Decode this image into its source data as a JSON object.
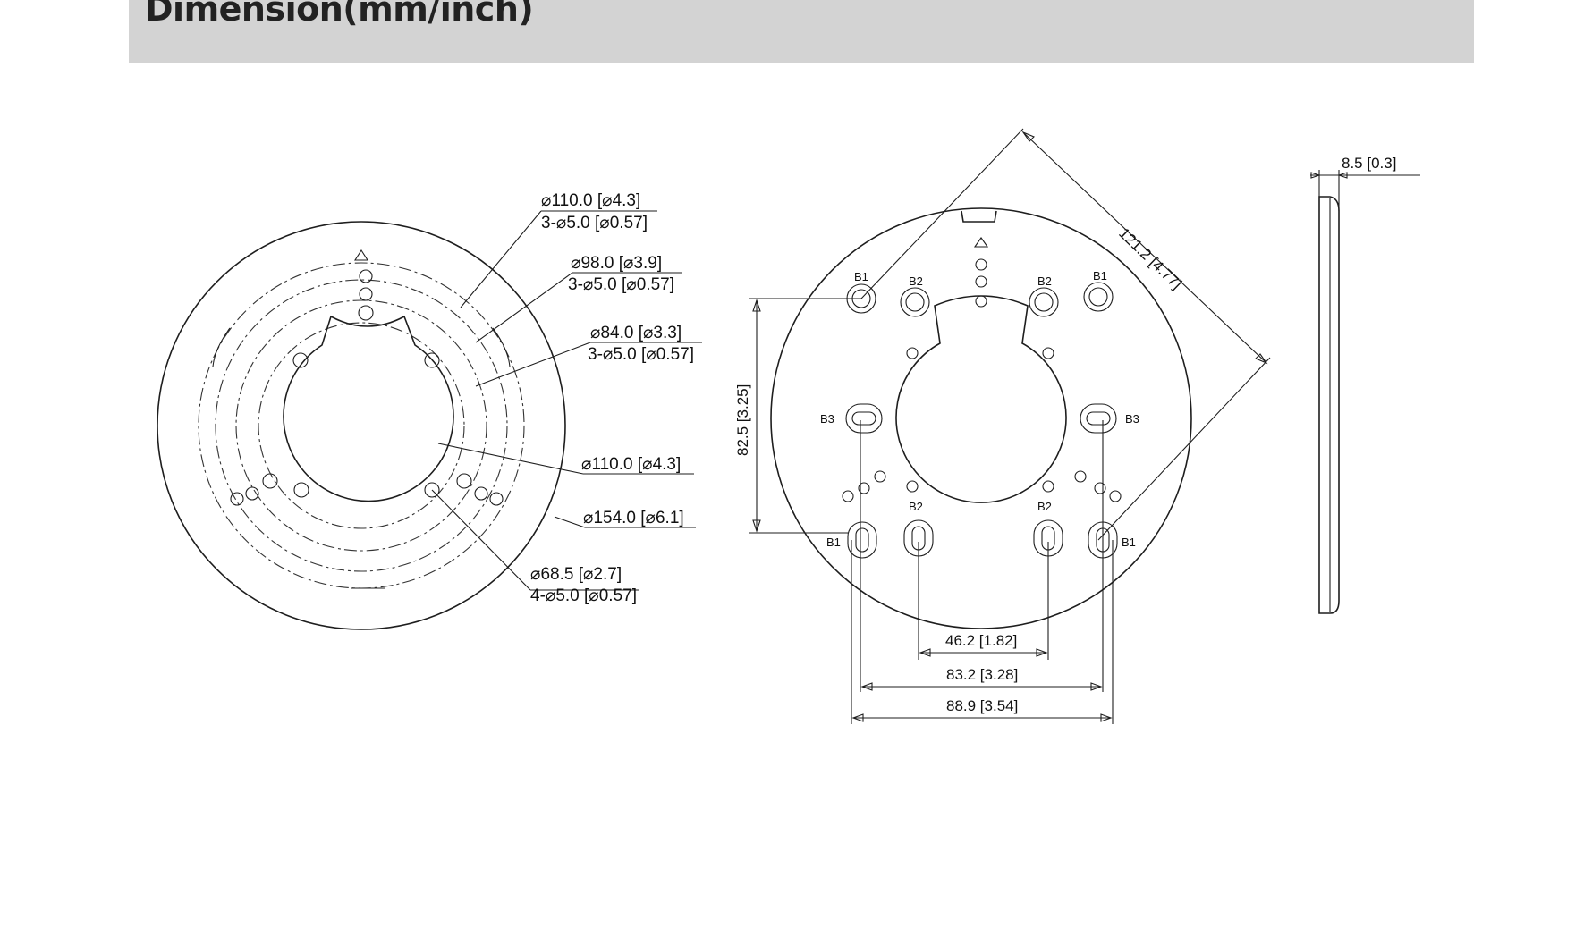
{
  "page": {
    "title": "Dimension(mm/inch)"
  },
  "front_view": {
    "labels": [
      "⌀110.0 [⌀4.3]",
      "3-⌀5.0 [⌀0.57]",
      "⌀98.0 [⌀3.9]",
      "3-⌀5.0 [⌀0.57]",
      "⌀84.0 [⌀3.3]",
      "3-⌀5.0 [⌀0.57]",
      "⌀110.0 [⌀4.3]",
      "⌀154.0 [⌀6.1]",
      "⌀68.5 [⌀2.7]",
      "4-⌀5.0 [⌀0.57]"
    ]
  },
  "back_view": {
    "hole_tags": [
      "B1",
      "B2",
      "B2",
      "B1",
      "B3",
      "B3",
      "B2",
      "B2",
      "B1",
      "B1"
    ],
    "dims": {
      "diagonal": "121.2 [4.77]",
      "vertical": "82.5 [3.25]",
      "width_inner": "46.2 [1.82]",
      "width_mid": "83.2 [3.28]",
      "width_outer": "88.9 [3.54]"
    }
  },
  "side_view": {
    "thickness": "8.5  [0.3]"
  }
}
